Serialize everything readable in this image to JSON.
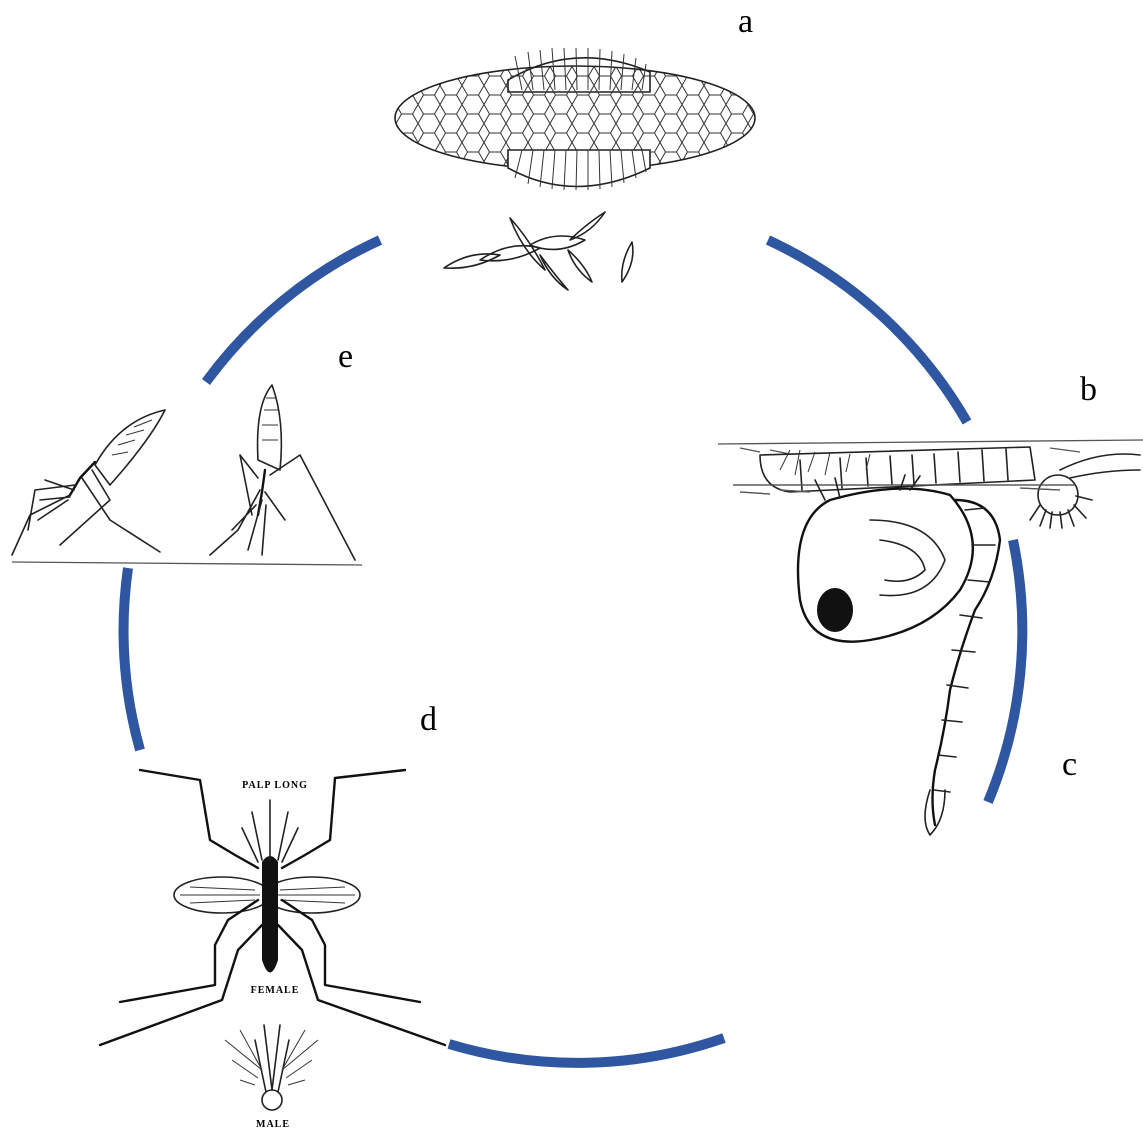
{
  "diagram": {
    "stage_labels": [
      "a",
      "b",
      "c",
      "d",
      "e"
    ],
    "mosquito_labels": {
      "palp": "PALP LONG",
      "female": "FEMALE",
      "male": "MALE"
    },
    "cycle_arrow_color": "#2f56a0"
  }
}
